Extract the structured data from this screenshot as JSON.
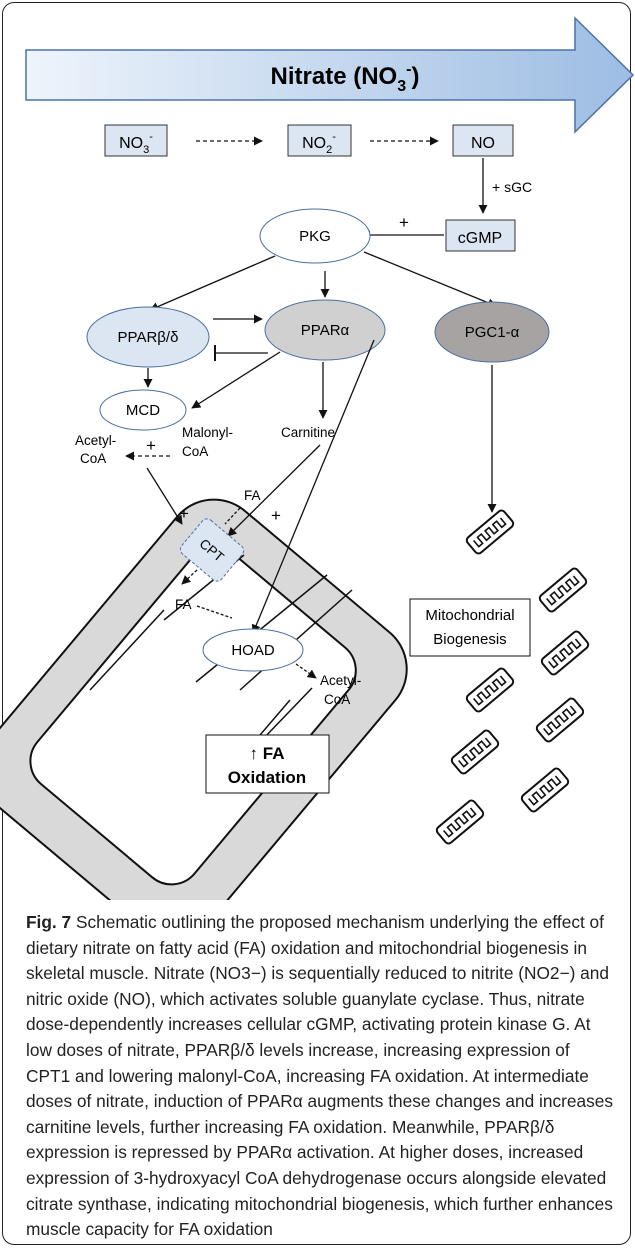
{
  "diagram": {
    "banner": {
      "base": "Nitrate (NO",
      "sub": "3",
      "sup": "-",
      "close": ")"
    },
    "chain": {
      "nitrate": {
        "base": "NO",
        "sub": "3",
        "sup": "-"
      },
      "nitrite": {
        "base": "NO",
        "sub": "2",
        "sup": "-"
      },
      "no": "NO",
      "sgc": "+ sGC",
      "cgmp": "cGMP",
      "plus": "+"
    },
    "nodes": {
      "pkg": "PKG",
      "ppar_bd": "PPARβ/δ",
      "ppar_a": "PPARα",
      "pgc1a": "PGC1-α",
      "mcd": "MCD",
      "carnitine": "Carnitine",
      "acetyl_coa_top": [
        "Acetyl-",
        "CoA"
      ],
      "malonyl_coa": [
        "Malonyl-",
        "CoA"
      ],
      "plus_malonyl": "+",
      "plus_cpt_left": "+",
      "plus_cpt_right": "+",
      "fa_top": "FA",
      "cpt": "CPT",
      "fa_left": "FA",
      "hoad": "HOAD",
      "acetyl_coa_bottom": [
        "Acetyl-",
        "CoA"
      ],
      "fa_oxidation": {
        "arrow": "↑",
        "line1": "FA",
        "line2": "Oxidation"
      },
      "mito_biogenesis": [
        "Mitochondrial",
        "Biogenesis"
      ]
    },
    "colors": {
      "banner_light": "#eef4fb",
      "banner_dark": "#9dbde3",
      "box_fill": "#dce6f2",
      "ppar_bd_fill": "#dce6f2",
      "ppar_a_fill": "#d0d0d0",
      "pgc_fill": "#a8a3a3",
      "cell_fill": "#d9d9d9"
    }
  },
  "caption": {
    "label": "Fig. 7",
    "text": " Schematic outlining the proposed mechanism underlying the effect of dietary nitrate on fatty acid (FA) oxidation and mitochondrial biogenesis in skeletal muscle. Nitrate (NO3−) is sequentially reduced to nitrite (NO2−) and nitric oxide (NO), which activates soluble guanylate cyclase. Thus, nitrate dose-dependently increases cellular cGMP, activating protein kinase G. At low doses of nitrate, PPARβ/δ levels increase, increasing expression of CPT1 and lowering malonyl-CoA, increasing FA oxidation. At intermediate doses of nitrate, induction of PPARα augments these changes and increases carnitine levels, further increasing FA oxidation. Meanwhile, PPARβ/δ expression is repressed by PPARα activation. At higher doses, increased expression of 3-hydroxyacyl CoA dehydrogenase occurs alongside elevated citrate synthase, indicating mitochondrial biogenesis, which further enhances muscle capacity for FA oxidation"
  }
}
